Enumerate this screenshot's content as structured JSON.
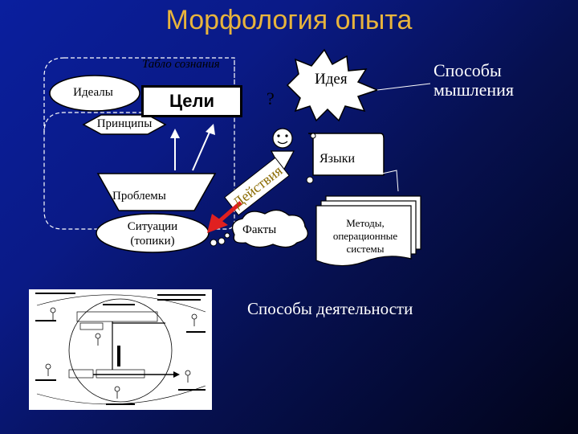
{
  "title": "Морфология опыта",
  "ways_of_thinking": "Способы мышления",
  "tablo": "Табло сознания",
  "ideals": "Идеалы",
  "goals": "Цели",
  "principles": "Принципы",
  "problems": "Проблемы",
  "situations_line1": "Ситуации",
  "situations_line2": "(топики)",
  "question_mark": "?",
  "idea": "Идея",
  "languages": "Языки",
  "actions": "Действия",
  "facts": "Факты",
  "methods_line1": "Методы,",
  "methods_line2": "операционные",
  "methods_line3": "системы",
  "ways_of_activity": "Способы деятельности",
  "colors": {
    "title": "#e8b43c",
    "arrow": "#e02020",
    "background": "#0a1f9e"
  }
}
